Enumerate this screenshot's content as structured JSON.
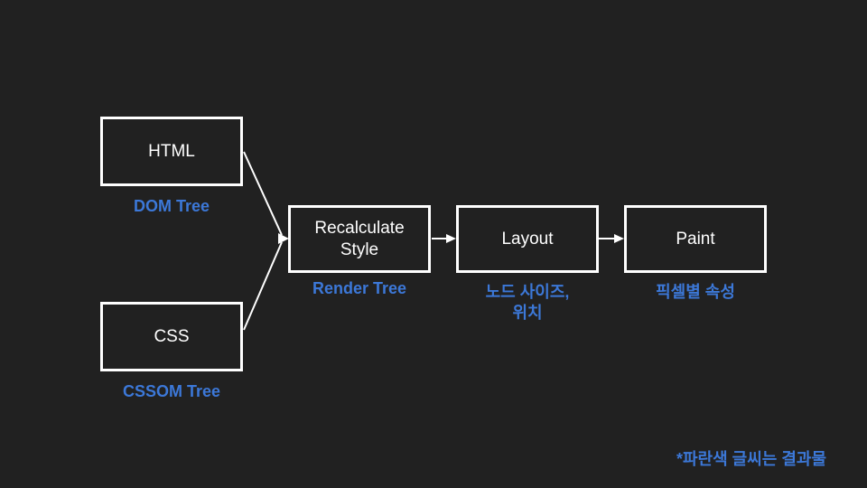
{
  "colors": {
    "background": "#212121",
    "stroke": "#ffffff",
    "result_blue": "#3c78d8"
  },
  "nodes": [
    {
      "id": "html",
      "label": "HTML",
      "result": "DOM Tree"
    },
    {
      "id": "css",
      "label": "CSS",
      "result": "CSSOM Tree"
    },
    {
      "id": "recalc",
      "label": "Recalculate Style",
      "result": "Render Tree"
    },
    {
      "id": "layout",
      "label": "Layout",
      "result_lines": [
        "노드 사이즈,",
        "위치"
      ]
    },
    {
      "id": "paint",
      "label": "Paint",
      "result": "픽셀별 속성"
    }
  ],
  "footnote": "*파란색 글씨는 결과물"
}
